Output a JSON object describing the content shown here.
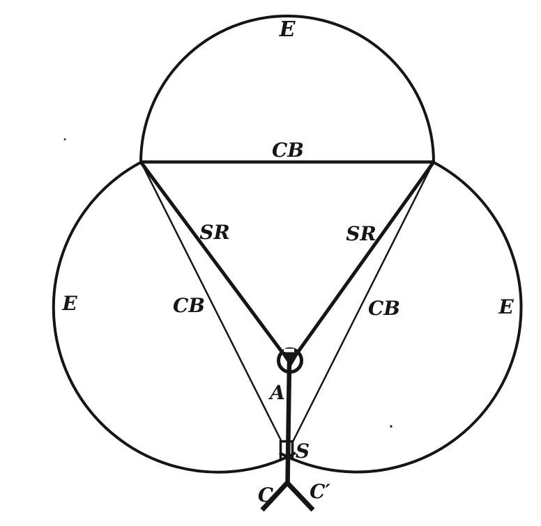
{
  "figure": {
    "kind": "hand-drawn trefoil antenna diagram",
    "colors": {
      "ink": "#151515",
      "paper": "#ffffff"
    },
    "labels": {
      "e_top": "E",
      "e_left": "E",
      "e_right": "E",
      "cb_top": "CB",
      "cb_left": "CB",
      "cb_right": "CB",
      "sr_left": "SR",
      "sr_right": "SR",
      "a": "A",
      "s": "S",
      "c": "C",
      "c_prime": "C′"
    }
  }
}
